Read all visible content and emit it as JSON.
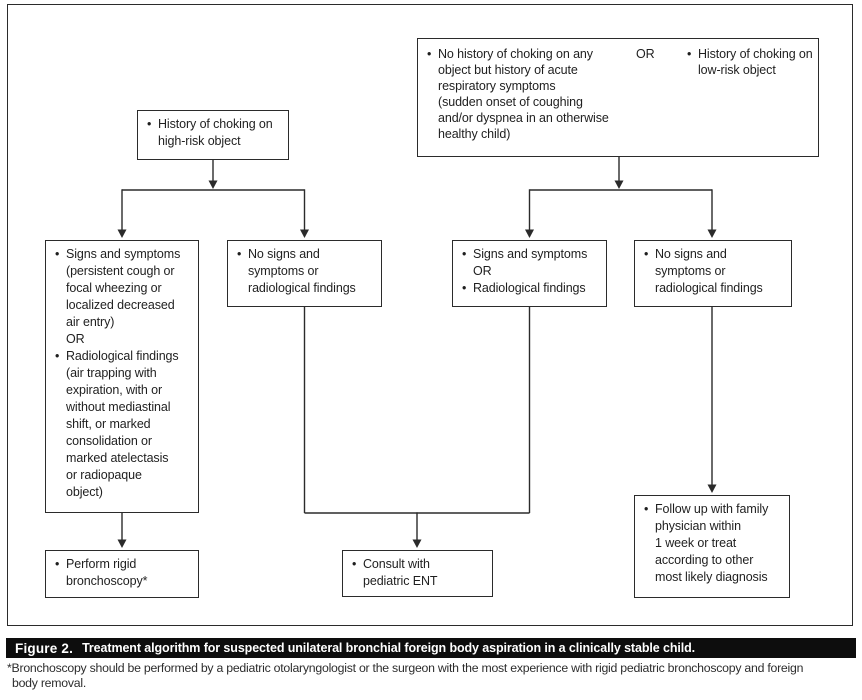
{
  "colors": {
    "line": "#2b2b2b",
    "text": "#1f1f1f",
    "box_bg": "#ffffff",
    "caption_bg": "#0d0d0d",
    "caption_fg": "#ffffff",
    "page_bg": "#ffffff"
  },
  "ui": {
    "bullet": "•"
  },
  "flowchart": {
    "high_risk": {
      "items": [
        "History of choking on\nhigh-risk object"
      ]
    },
    "top_right": {
      "left_items": [
        "No history of choking on any\nobject but history of acute\nrespiratory symptoms\n(sudden onset of coughing\nand/or dyspnea in an otherwise\nhealthy child)"
      ],
      "or_label": "OR",
      "right_items": [
        "History of choking on\nlow-risk object"
      ]
    },
    "left_findings": {
      "items": [
        "Signs and symptoms\n(persistent cough or\nfocal wheezing or\nlocalized decreased\nair entry)\nOR",
        "Radiological findings\n(air trapping with\nexpiration, with or\nwithout mediastinal\nshift, or marked\nconsolidation or\nmarked atelectasis\nor radiopaque\nobject)"
      ]
    },
    "left_none": {
      "items": [
        "No signs and\nsymptoms or\nradiological findings"
      ]
    },
    "right_findings": {
      "items": [
        "Signs and symptoms\nOR",
        "Radiological findings"
      ]
    },
    "right_none": {
      "items": [
        "No signs and\nsymptoms or\nradiological findings"
      ]
    },
    "perform": {
      "items": [
        "Perform rigid\nbronchoscopy*"
      ]
    },
    "consult": {
      "items": [
        "Consult with\npediatric ENT"
      ]
    },
    "followup": {
      "items": [
        "Follow up with family\nphysician within\n1 week or treat\naccording to other\nmost likely diagnosis"
      ]
    }
  },
  "caption": {
    "label": "Figure 2.",
    "text": "Treatment algorithm for suspected unilateral bronchial foreign body aspiration in a clinically stable child."
  },
  "footnote": "*Bronchoscopy should be performed by a pediatric otolaryngologist or the surgeon with the most experience with rigid pediatric bronchoscopy and foreign\nbody removal."
}
